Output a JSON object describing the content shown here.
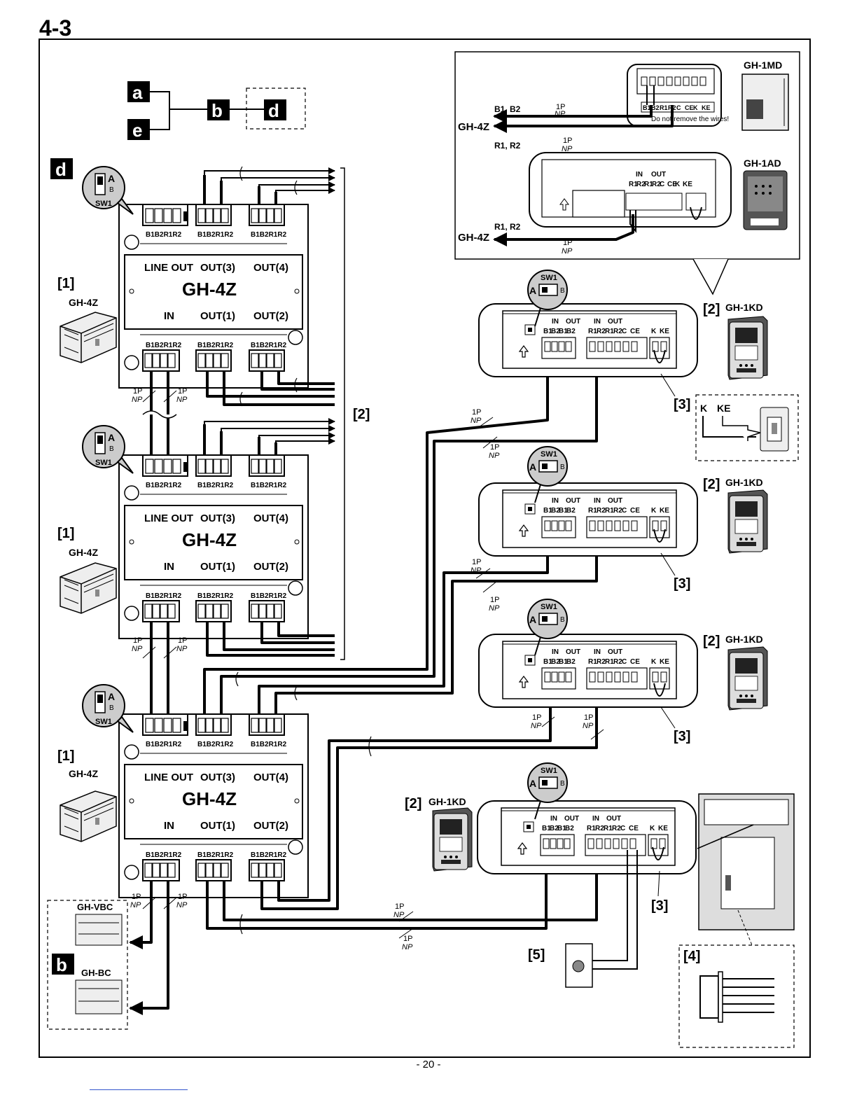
{
  "page": {
    "title": "4-3",
    "page_number": "- 20 -"
  },
  "legend": {
    "a": "a",
    "b": "b",
    "d": "d",
    "e": "e"
  },
  "section_tag": "d",
  "bc_tag": "b",
  "gh4z": {
    "name": "GH-4Z",
    "top_labels": [
      "LINE OUT",
      "OUT(3)",
      "OUT(4)"
    ],
    "bottom_labels": [
      "IN",
      "OUT(1)",
      "OUT(2)"
    ],
    "terminal": [
      "B1",
      "B2",
      "R1",
      "R2"
    ]
  },
  "sw1": {
    "label": "SW1",
    "a": "A",
    "b": "B"
  },
  "refs": {
    "r1": "[1]",
    "r2": "[2]",
    "r3": "[3]",
    "r4": "[4]",
    "r5": "[5]"
  },
  "cable": {
    "p": "1P",
    "np": "NP"
  },
  "gh1md": {
    "name": "GH-1MD",
    "bus": "B1, B2",
    "riser": "R1, R2",
    "to": "GH-4Z",
    "terminals": [
      "B1",
      "B2",
      "R1",
      "R2",
      "C",
      "CE",
      "K",
      "KE"
    ],
    "note": "Do not remove the wires!"
  },
  "gh1ad": {
    "name": "GH-1AD",
    "riser": "R1, R2",
    "to": "GH-4Z",
    "in": "IN",
    "out": "OUT",
    "terminals": [
      "R1",
      "R2",
      "R1",
      "R2",
      "C",
      "CE",
      "K",
      "KE"
    ]
  },
  "gh1kd": {
    "name": "GH-1KD",
    "in": "IN",
    "out": "OUT",
    "terminals_b": [
      "B1",
      "B2",
      "B1",
      "B2"
    ],
    "terminals_r": [
      "R1",
      "R2",
      "R1",
      "R2",
      "C",
      "CE"
    ],
    "terminals_k": [
      "K",
      "KE"
    ]
  },
  "k_ke": {
    "k": "K",
    "ke": "KE"
  },
  "gh_vbc": "GH-VBC",
  "gh_bc": "GH-BC"
}
